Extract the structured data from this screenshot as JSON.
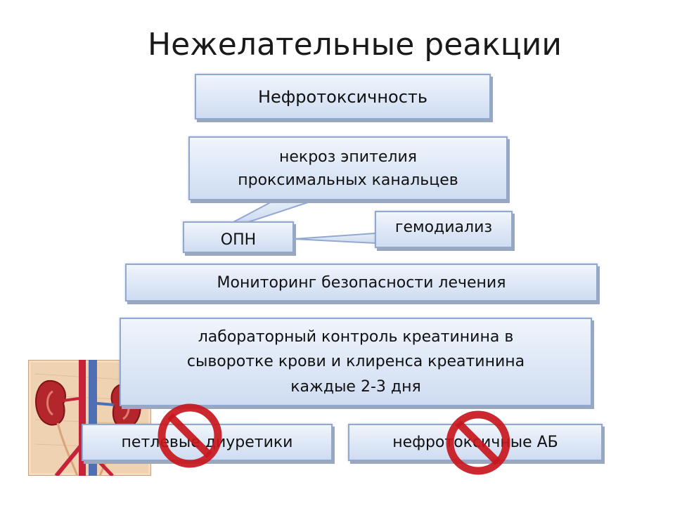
{
  "title": "Нежелательные реакции",
  "boxes": {
    "nephrotoxicity": "Нефротоксичность",
    "necrosis_line1": "некроз эпителия",
    "necrosis_line2": "проксимальных канальцев",
    "aki": "ОПН",
    "hemodialysis": "гемодиализ",
    "monitoring": "Мониторинг безопасности лечения",
    "lab_line1": "лабораторный контроль креатинина в",
    "lab_line2": "сыворотке крови и клиренса креатинина",
    "lab_line3": "каждые 2-3 дня",
    "loop_diuretics": "петлевые диуретики",
    "nephrotoxic_ab": "нефротоксичные АБ"
  },
  "icons": {
    "prohibition": "prohibition-sign-icon",
    "kidney": "kidney-anatomy-image"
  },
  "colors": {
    "box_fill": "#dde7f6",
    "box_border": "#92a9cf",
    "prohibition_red": "#c8161d"
  }
}
